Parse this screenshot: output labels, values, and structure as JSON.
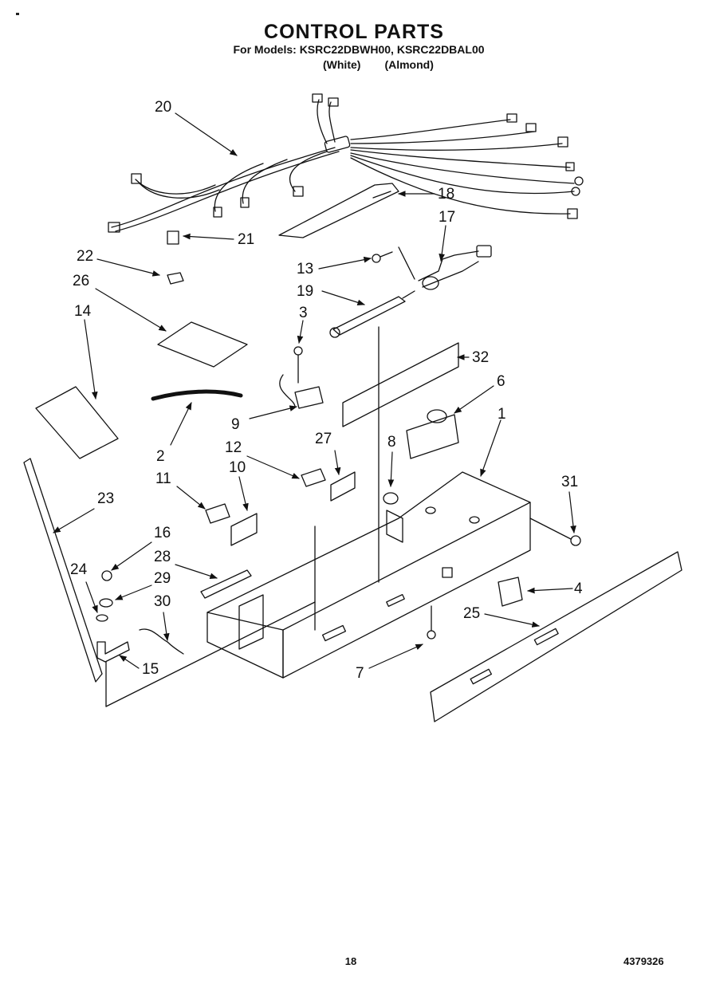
{
  "header": {
    "title": "CONTROL PARTS",
    "models": "For Models: KSRC22DBWH00, KSRC22DBAL00",
    "variants": [
      "(White)",
      "(Almond)"
    ]
  },
  "callouts": {
    "p1": "1",
    "p2": "2",
    "p3": "3",
    "p4": "4",
    "p6": "6",
    "p7": "7",
    "p8": "8",
    "p9": "9",
    "p10": "10",
    "p11": "11",
    "p12": "12",
    "p13": "13",
    "p14": "14",
    "p15": "15",
    "p16": "16",
    "p17": "17",
    "p18": "18",
    "p19": "19",
    "p20": "20",
    "p21": "21",
    "p22": "22",
    "p23": "23",
    "p24": "24",
    "p25": "25",
    "p26": "26",
    "p27": "27",
    "p28": "28",
    "p29": "29",
    "p30": "30",
    "p31": "31",
    "p32": "32"
  },
  "footer": {
    "page_number": "18",
    "doc_number": "4379326"
  }
}
